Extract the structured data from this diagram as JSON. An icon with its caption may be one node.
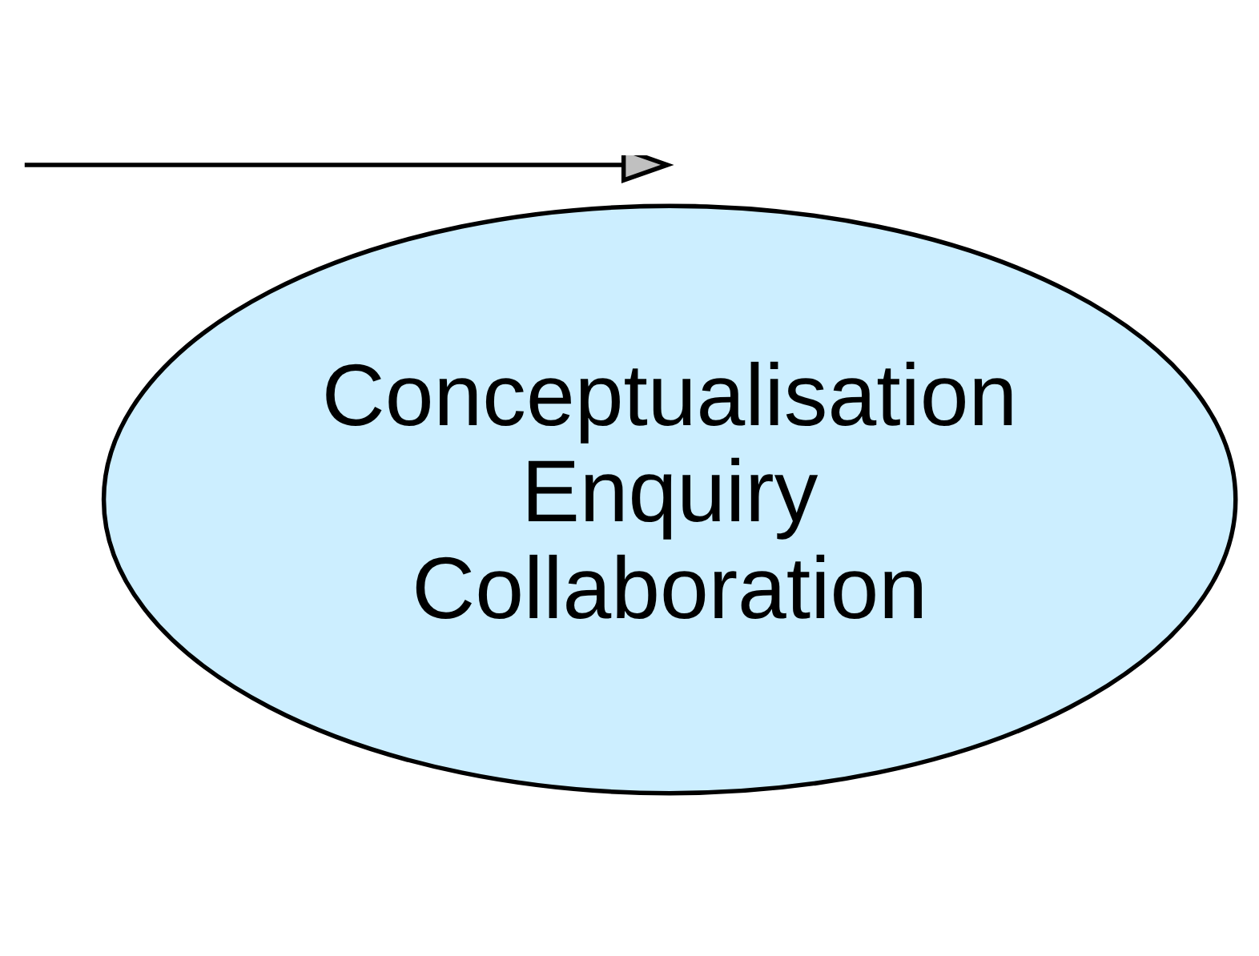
{
  "diagram": {
    "nodes": [
      {
        "text": [
          "Conceptualisation",
          "Enquiry",
          "Collaboration"
        ]
      }
    ]
  }
}
